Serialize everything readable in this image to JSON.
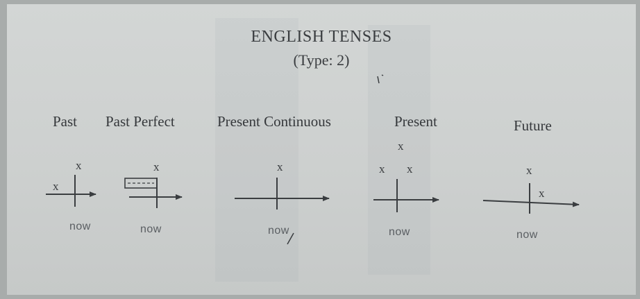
{
  "title": "ENGLISH TENSES",
  "subtitle": "(Type: 2)",
  "tenses": [
    {
      "label": "Past",
      "now": "now",
      "marks": [
        "x",
        "x"
      ]
    },
    {
      "label": "Past Perfect",
      "now": "now",
      "marks": [
        "x"
      ]
    },
    {
      "label": "Present Continuous",
      "now": "now",
      "marks": [
        "x"
      ]
    },
    {
      "label": "Present",
      "now": "now",
      "marks": [
        "x",
        "x",
        "x"
      ]
    },
    {
      "label": "Future",
      "now": "now",
      "marks": [
        "x",
        "x"
      ]
    }
  ],
  "colors": {
    "ink": "#3a3d40",
    "paper": "#d0d3d2"
  }
}
